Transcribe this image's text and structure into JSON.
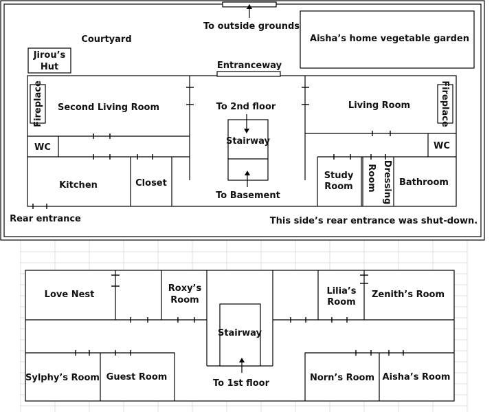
{
  "first_floor": {
    "to_outside_grounds": "To outside grounds",
    "courtyard": "Courtyard",
    "jirou_hut_line1": "Jirou’s",
    "jirou_hut_line2": "Hut",
    "vegetable_garden": "Aisha’s home vegetable garden",
    "entranceway": "Entranceway",
    "fireplace_left": "Fireplace",
    "second_living_room": "Second Living Room",
    "to_2nd_floor": "To 2nd floor",
    "living_room": "Living Room",
    "fireplace_right": "Fireplace",
    "wc_left": "WC",
    "stairway": "Stairway",
    "wc_right": "WC",
    "kitchen": "Kitchen",
    "closet": "Closet",
    "study_room_line1": "Study",
    "study_room_line2": "Room",
    "dressing_room_line1": "Dressing",
    "dressing_room_line2": "Room",
    "bathroom": "Bathroom",
    "to_basement": "To Basement",
    "rear_entrance": "Rear entrance",
    "shut_down_note": "This side’s rear entrance was shut-down."
  },
  "second_floor": {
    "love_nest": "Love Nest",
    "roxy_room_line1": "Roxy’s",
    "roxy_room_line2": "Room",
    "lilia_room_line1": "Lilia’s",
    "lilia_room_line2": "Room",
    "zenith_room": "Zenith’s Room",
    "stairway": "Stairway",
    "sylphy_room": "Sylphy’s Room",
    "guest_room": "Guest Room",
    "to_1st_floor": "To 1st floor",
    "norn_room": "Norn’s Room",
    "aisha_room": "Aisha’s Room"
  }
}
